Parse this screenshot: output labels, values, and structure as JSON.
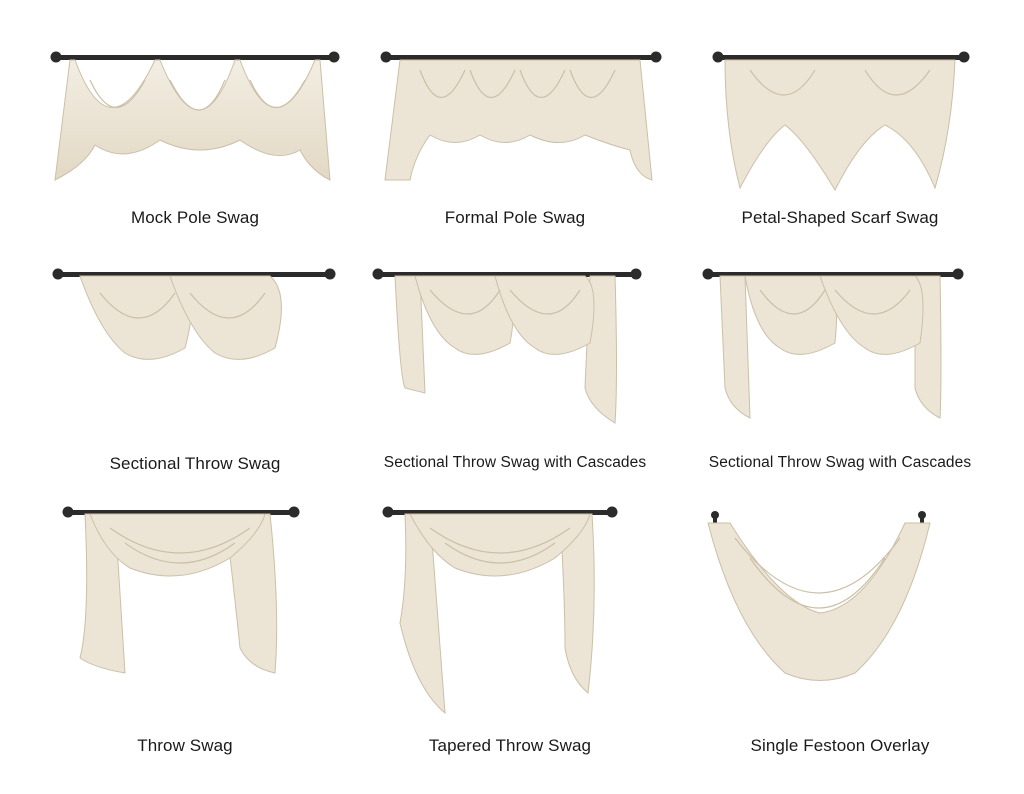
{
  "fabric_color": "#ece4d4",
  "fabric_shade": "#cbbfa8",
  "rod_color": "#2b2b2b",
  "items": [
    {
      "label": "Mock Pole Swag",
      "icon": "mock-pole-swag-icon"
    },
    {
      "label": "Formal Pole Swag",
      "icon": "formal-pole-swag-icon"
    },
    {
      "label": "Petal-Shaped Scarf Swag",
      "icon": "petal-shaped-scarf-swag-icon"
    },
    {
      "label": "Sectional Throw Swag",
      "icon": "sectional-throw-swag-icon"
    },
    {
      "label": "Sectional Throw Swag with Cascades",
      "icon": "sectional-throw-swag-cascades-icon"
    },
    {
      "label": "Sectional Throw Swag with Cascades",
      "icon": "sectional-throw-swag-cascades-alt-icon"
    },
    {
      "label": "Throw Swag",
      "icon": "throw-swag-icon"
    },
    {
      "label": "Tapered Throw Swag",
      "icon": "tapered-throw-swag-icon"
    },
    {
      "label": "Single Festoon Overlay",
      "icon": "single-festoon-overlay-icon"
    }
  ]
}
